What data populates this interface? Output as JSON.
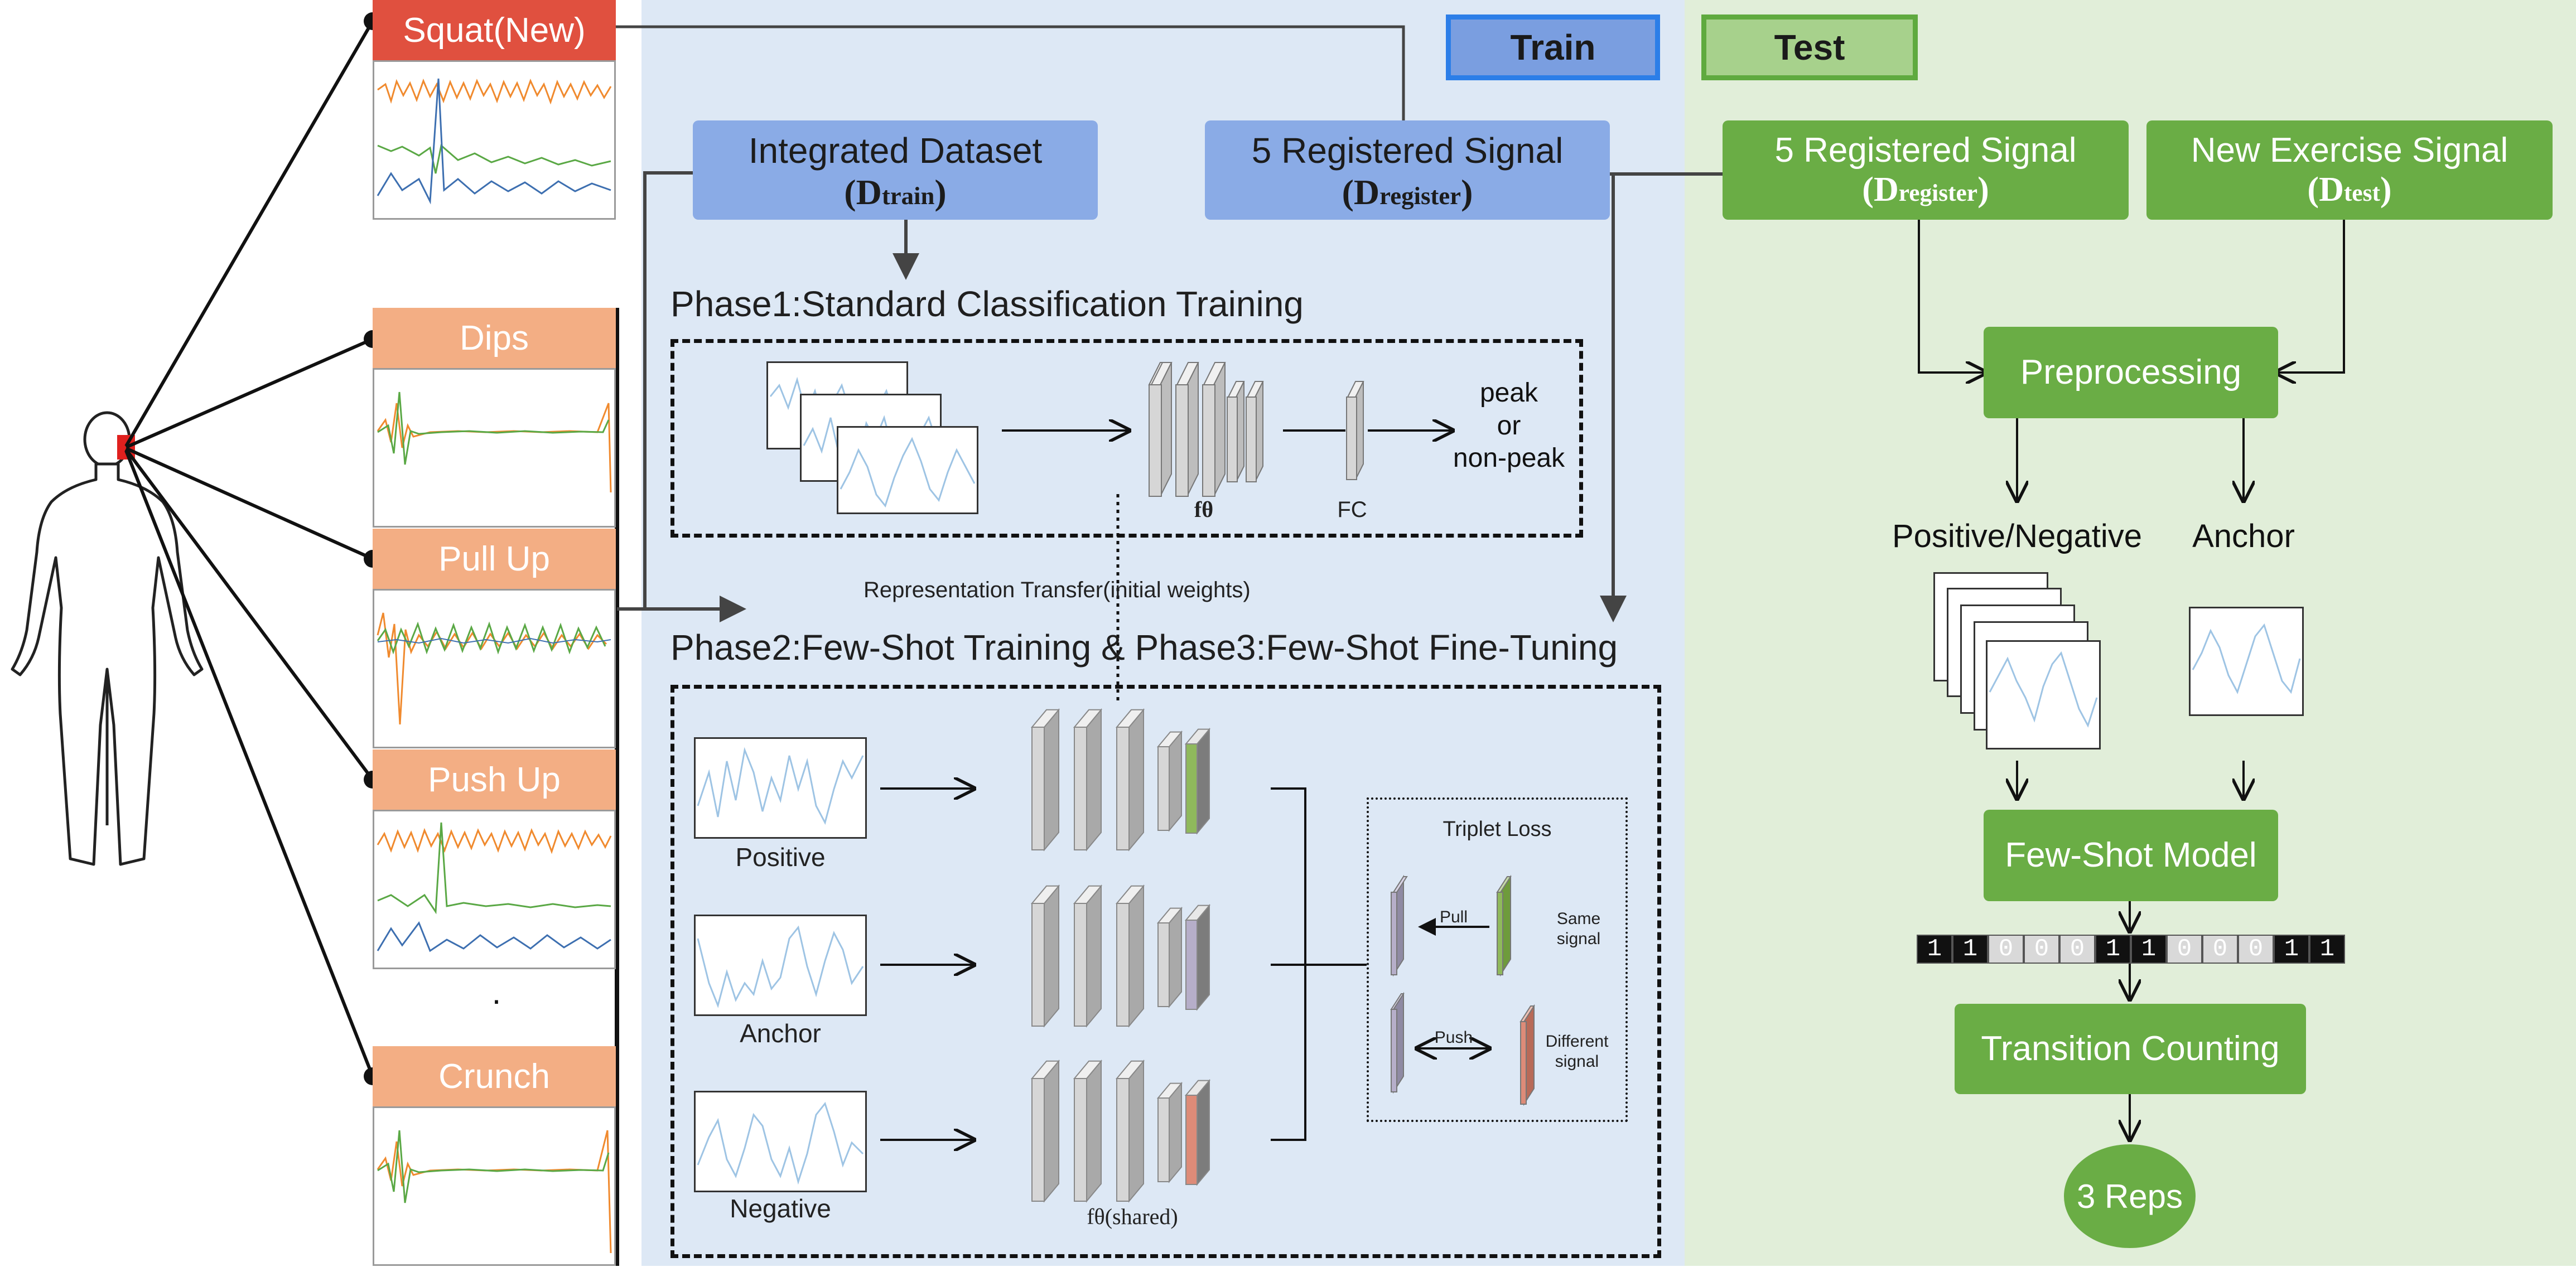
{
  "header": {
    "train_label": "Train",
    "test_label": "Test"
  },
  "exercises": [
    {
      "label": "Squat(New)"
    },
    {
      "label": "Dips"
    },
    {
      "label": "Pull Up"
    },
    {
      "label": "Push Up"
    },
    {
      "label": "Crunch"
    }
  ],
  "ellipsis": "·",
  "train": {
    "dataset_box": {
      "line1": "Integrated Dataset",
      "sym": "D",
      "sub": "train"
    },
    "register_box": {
      "line1": "5 Registered Signal",
      "sym": "D",
      "sub": "register"
    },
    "phase1_title": "Phase1:Standard Classification Training",
    "phase1_output": [
      "peak",
      "or",
      "non-peak"
    ],
    "f_theta": "fθ",
    "fc_label": "FC",
    "transfer_label": "Representation Transfer(initial weights)",
    "phase2_title": "Phase2:Few-Shot Training & Phase3:Few-Shot Fine-Tuning",
    "inputs": [
      "Positive",
      "Anchor",
      "Negative"
    ],
    "f_theta_shared": "fθ(shared)",
    "triplet": {
      "title": "Triplet Loss",
      "pull": "Pull",
      "push": "Push",
      "same": [
        "Same",
        "signal"
      ],
      "different": [
        "Different",
        "signal"
      ]
    }
  },
  "test": {
    "register_box": {
      "line1": "5 Registered Signal",
      "sym": "D",
      "sub": "register"
    },
    "new_box": {
      "line1": "New Exercise Signal",
      "sym": "D",
      "sub": "test"
    },
    "preprocessing": "Preprocessing",
    "posneg_label": "Positive/Negative",
    "anchor_label": "Anchor",
    "fewshot_model": "Few-Shot Model",
    "sequence": [
      "1",
      "1",
      "0",
      "0",
      "0",
      "1",
      "1",
      "0",
      "0",
      "0",
      "1",
      "1"
    ],
    "transition": "Transition Counting",
    "result": "3 Reps"
  },
  "colors": {
    "train_bg": "#dde8f5",
    "test_bg": "#e1eed9",
    "blue_box": "#8aabe6",
    "green_box": "#6aad45",
    "exercise_header": "#f3ae84",
    "new_exercise_header": "#e0503f",
    "sensor": "#e0201e",
    "signal_orange": "#f08a2e",
    "signal_green": "#5aa845",
    "signal_blue": "#3d6fb0",
    "signal_light": "#9ec4e4",
    "layer_green": "#8fb95c",
    "layer_purple": "#b6aec9",
    "layer_red": "#dd8b78"
  }
}
